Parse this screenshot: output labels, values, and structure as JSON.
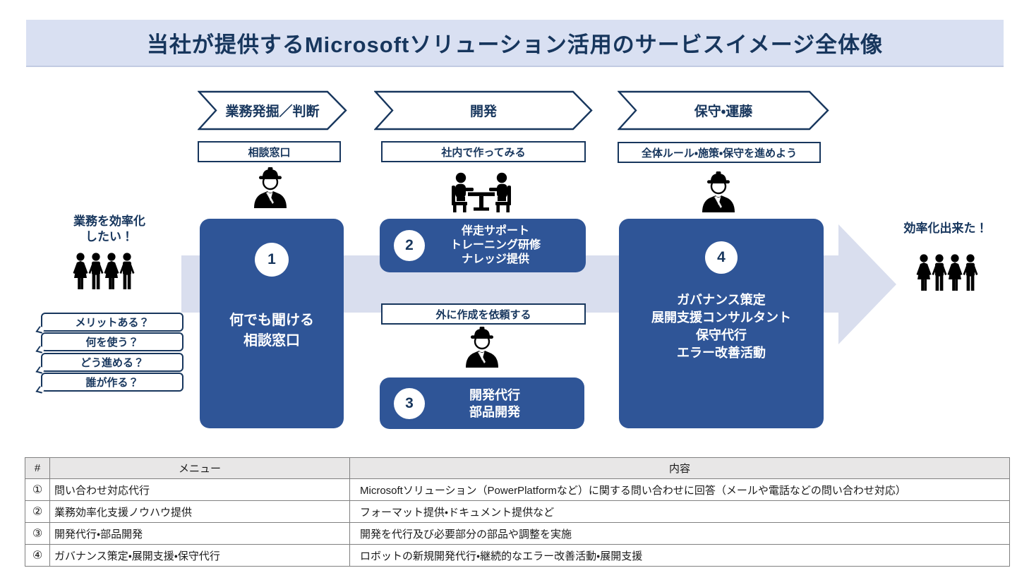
{
  "title": "当社が提供するMicrosoftソリューション活用のサービスイメージ全体像",
  "colors": {
    "banner_bg": "#d9e0f2",
    "navy_text": "#17365d",
    "service_box_blue": "#2f5597",
    "flow_band": "#d9deee",
    "table_header_bg": "#e8e7e7",
    "people_icon": "#000000"
  },
  "phases": [
    {
      "label": "業務発掘／判断",
      "sublabel": "相談窓口"
    },
    {
      "label": "開発",
      "sublabel": "社内で作ってみる"
    },
    {
      "label": "保守・運藤",
      "sublabel": "全体ルール・施策・保守を進めよう"
    }
  ],
  "middle_label": "外に作成を依頼する",
  "left_actor": {
    "caption_lines": [
      "業務を効率化",
      "したい！"
    ],
    "bubbles": [
      "メリットある？",
      "何を使う？",
      "どう進める？",
      "誰が作る？"
    ]
  },
  "right_actor": {
    "caption_lines": [
      "効率化出来た！"
    ]
  },
  "service_boxes": [
    {
      "number": "1",
      "lines": [
        "何でも聞ける",
        "相談窓口"
      ]
    },
    {
      "number": "2",
      "lines": [
        "伴走サポート",
        "トレーニング研修",
        "ナレッジ提供"
      ]
    },
    {
      "number": "3",
      "lines": [
        "開発代行",
        "部品開発"
      ]
    },
    {
      "number": "4",
      "lines": [
        "ガバナンス策定",
        "展開支援コンサルタント",
        "保守代行",
        "エラー改善活動"
      ]
    }
  ],
  "icons": {
    "worker": "construction-worker-icon",
    "meeting": "two-people-at-table-icon",
    "people_group": "people-group-icon"
  },
  "table": {
    "headers": [
      "#",
      "メニュー",
      "内容"
    ],
    "rows": [
      [
        "①",
        "問い合わせ対応代行",
        "Microsoftソリューション（PowerPlatformなど）に関する問い合わせに回答（メールや電話などの問い合わせ対応）"
      ],
      [
        "②",
        "業務効率化支援ノウハウ提供",
        "フォーマット提供・ドキュメント提供など"
      ],
      [
        "③",
        "開発代行・部品開発",
        "開発を代行及び必要部分の部品や調整を実施"
      ],
      [
        "④",
        "ガバナンス策定・展開支援・保守代行",
        "ロボットの新規開発代行・継続的なエラー改善活動・展開支援"
      ]
    ]
  }
}
